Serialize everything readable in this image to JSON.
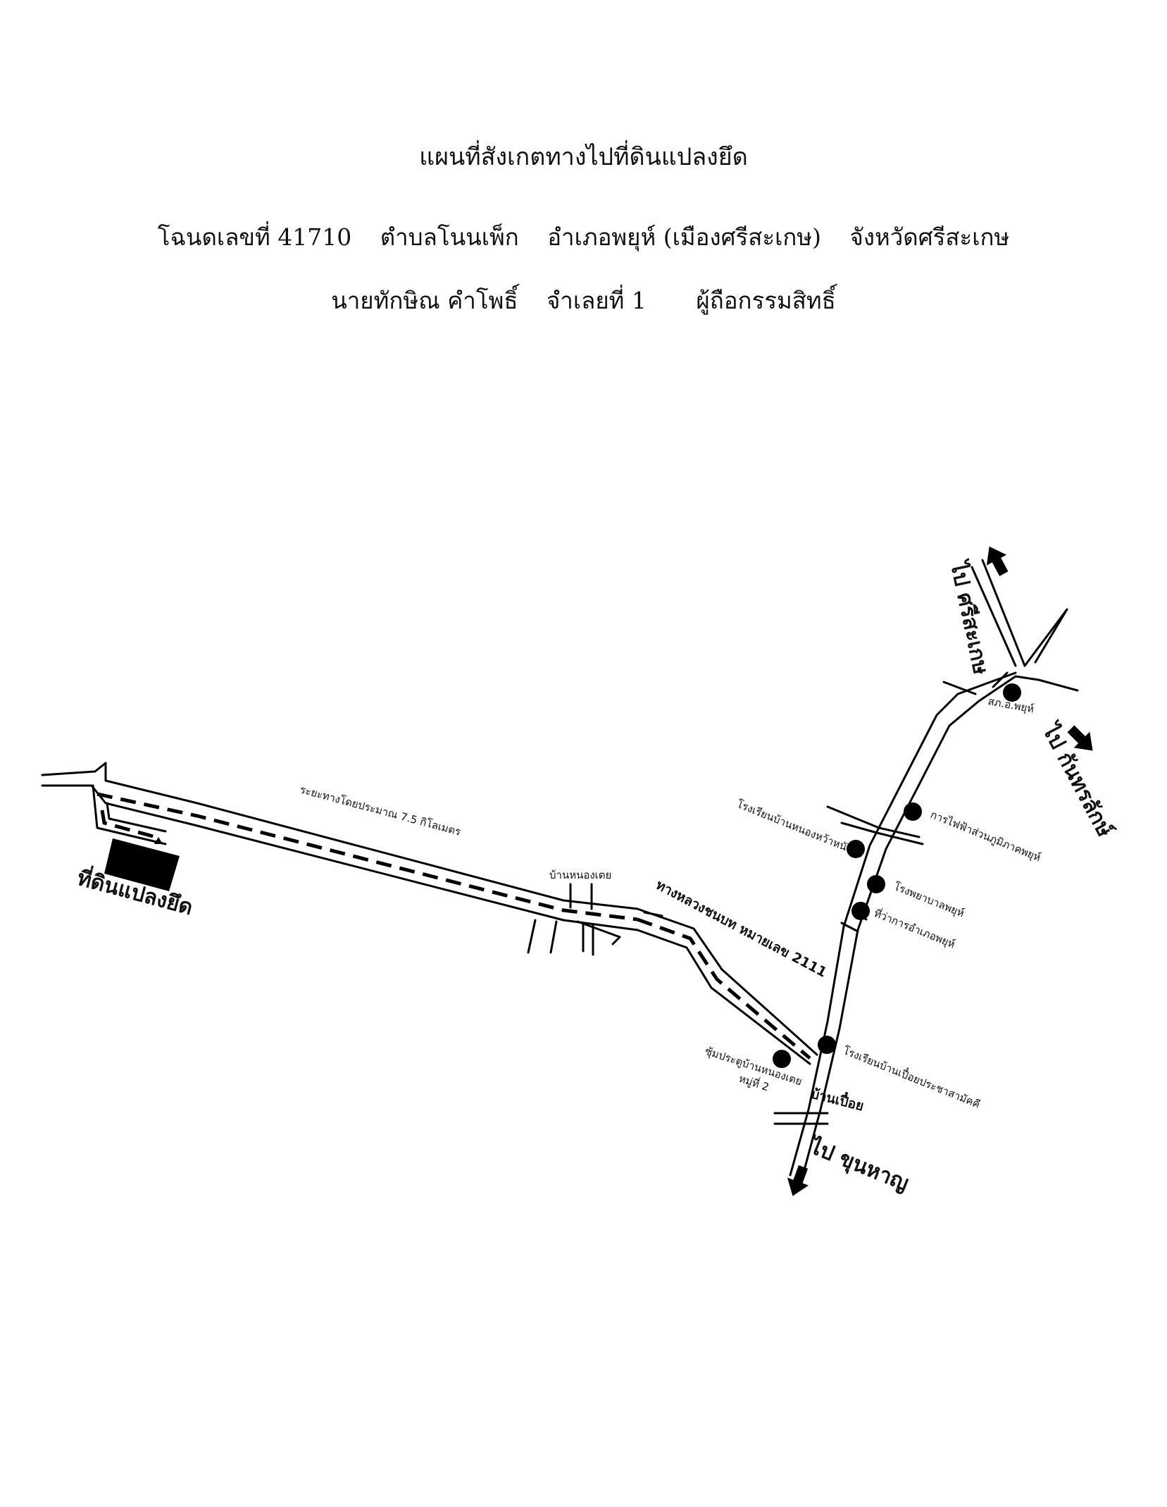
{
  "header": {
    "title": "แผนที่สังเกตทางไปที่ดินแปลงยึด",
    "deed_line": {
      "deed": "โฉนดเลขที่ 41710",
      "subdistrict": "ตำบลโนนเพ็ก",
      "district": "อำเภอพยุห์ (เมืองศรีสะเกษ)",
      "province": "จังหวัดศรีสะเกษ"
    },
    "owner_line": {
      "name": "นายทักษิณ คำโพธิ์",
      "defendant": "จำเลยที่ 1",
      "role": "ผู้ถือกรรมสิทธิ์"
    }
  },
  "map": {
    "parcel_label": "ที่ดินแปลงยึด",
    "distance_label": "ระยะทางโดยประมาณ 7.5 กิโลเมตร",
    "village_nongtoei": "บ้านหนองเตย",
    "highway_label": "ทางหลวงชนบท หมายเลข 2111",
    "village_puea": "บ้านเปื๋อย",
    "to_sisaket": "ไป ศรีสะเกษ",
    "to_kanthararak": "ไป กันทรลักษ์",
    "to_khunhan": "ไป ขุนหาญ",
    "landmarks": {
      "police": "สภ.อ.พยุห์",
      "electricity": "การไฟฟ้าส่วนภูมิภาคพยุห์",
      "school_nongsa": "โรงเรียนบ้านหนองหว้าหนังคำ",
      "hospital": "โรงพยาบาลพยุห์",
      "district_office": "ที่ว่าการอำเภอพยุห์",
      "school_puea": "โรงเรียนบ้านเปื๋อยประชาสามัคคี",
      "arch_line1": "ซุ้มประตูบ้านหนองเตย",
      "arch_line2": "หมู่ที่ 2"
    }
  }
}
